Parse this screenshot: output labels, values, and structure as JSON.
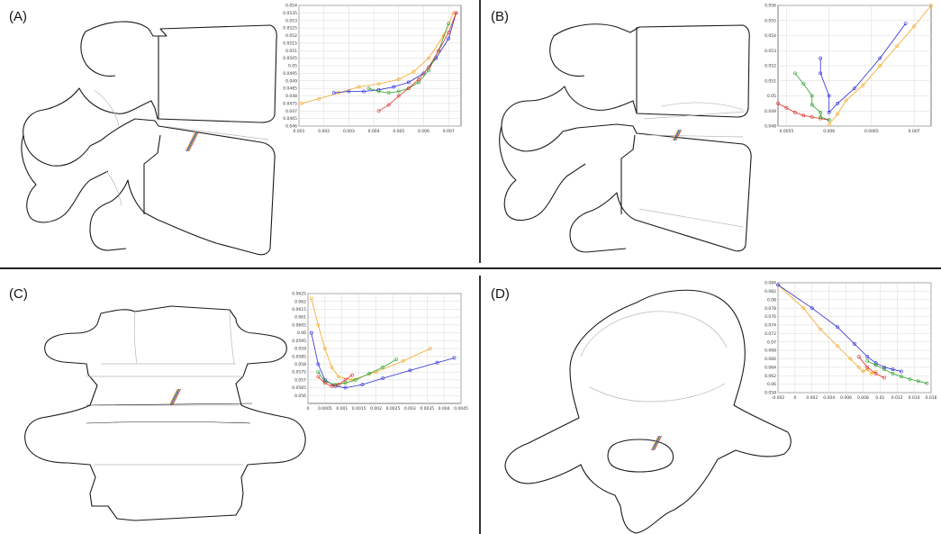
{
  "figure": {
    "panels": [
      {
        "id": "A",
        "label": "(A)",
        "view": "sagittal",
        "chart_data": {
          "type": "line",
          "xlim": [
            0.001,
            0.0075
          ],
          "ylim": [
            0.046,
            0.054
          ],
          "x_ticks": [
            "0.001",
            "0.002",
            "0.003",
            "0.004",
            "0.005",
            "0.006",
            "0.007"
          ],
          "y_ticks": [
            "0.054",
            "0.0535",
            "0.053",
            "0.0525",
            "0.052",
            "0.0515",
            "0.051",
            "0.0505",
            "0.05",
            "0.0495",
            "0.049",
            "0.0485",
            "0.048",
            "0.0475",
            "0.047",
            "0.0465",
            "0.046"
          ],
          "grid": true,
          "series": [
            {
              "color": "#f5a623",
              "x": [
                0.0011,
                0.0018,
                0.0026,
                0.0034,
                0.0042,
                0.005,
                0.0056,
                0.0062,
                0.0068,
                0.0072
              ],
              "y": [
                0.0475,
                0.0478,
                0.0482,
                0.0486,
                0.0488,
                0.0491,
                0.0496,
                0.0505,
                0.052,
                0.0535
              ]
            },
            {
              "color": "#2b2bd6",
              "x": [
                0.0024,
                0.003,
                0.0036,
                0.0042,
                0.0048,
                0.0054,
                0.006,
                0.0065,
                0.007,
                0.0073
              ],
              "y": [
                0.0482,
                0.0483,
                0.0483,
                0.0484,
                0.0486,
                0.0489,
                0.0495,
                0.0505,
                0.0518,
                0.0535
              ]
            },
            {
              "color": "#2ca02c",
              "x": [
                0.0038,
                0.0042,
                0.0046,
                0.005,
                0.0054,
                0.0058,
                0.0062,
                0.0066,
                0.007
              ],
              "y": [
                0.0485,
                0.0483,
                0.0482,
                0.0483,
                0.0485,
                0.0489,
                0.0497,
                0.051,
                0.0528
              ]
            },
            {
              "color": "#e0302a",
              "x": [
                0.0042,
                0.0046,
                0.005,
                0.0054,
                0.0058,
                0.0062,
                0.0066,
                0.007,
                0.0073
              ],
              "y": [
                0.047,
                0.0474,
                0.048,
                0.0485,
                0.0491,
                0.0499,
                0.051,
                0.0522,
                0.0535
              ]
            }
          ]
        }
      },
      {
        "id": "B",
        "label": "(B)",
        "view": "sagittal",
        "chart_data": {
          "type": "line",
          "xlim": [
            0.0054,
            0.0072
          ],
          "ylim": [
            0.048,
            0.056
          ],
          "x_ticks": [
            "0.0055",
            "0.006",
            "0.0065",
            "0.007"
          ],
          "y_ticks": [
            "0.056",
            "0.055",
            "0.054",
            "0.053",
            "0.052",
            "0.051",
            "0.05",
            "0.049",
            "0.048"
          ],
          "grid": true,
          "series": [
            {
              "color": "#e0302a",
              "x": [
                0.0054,
                0.0055,
                0.0056,
                0.0057,
                0.0058,
                0.0059,
                0.006
              ],
              "y": [
                0.0495,
                0.0492,
                0.0489,
                0.0487,
                0.0486,
                0.0485,
                0.0484
              ]
            },
            {
              "color": "#2ca02c",
              "x": [
                0.0056,
                0.0057,
                0.0058,
                0.0058,
                0.0059,
                0.0059,
                0.006
              ],
              "y": [
                0.0515,
                0.0508,
                0.05,
                0.0494,
                0.0489,
                0.0486,
                0.0484
              ]
            },
            {
              "color": "#2b2bd6",
              "x": [
                0.0059,
                0.0059,
                0.006,
                0.006,
                0.0061,
                0.0063,
                0.0066,
                0.0069
              ],
              "y": [
                0.0525,
                0.0515,
                0.05,
                0.0489,
                0.0495,
                0.0505,
                0.0525,
                0.0548
              ]
            },
            {
              "color": "#f5a623",
              "x": [
                0.006,
                0.0061,
                0.0062,
                0.0064,
                0.0066,
                0.0068,
                0.007,
                0.0072
              ],
              "y": [
                0.0481,
                0.0488,
                0.0497,
                0.0507,
                0.052,
                0.0533,
                0.0546,
                0.056
              ]
            }
          ]
        }
      },
      {
        "id": "C",
        "label": "(C)",
        "view": "axial-posterior",
        "chart_data": {
          "type": "line",
          "xlim": [
            0.0,
            0.0045
          ],
          "ylim": [
            0.0555,
            0.0625
          ],
          "x_ticks": [
            "0",
            "0.0005",
            "0.001",
            "0.0015",
            "0.002",
            "0.0025",
            "0.003",
            "0.0035",
            "0.004",
            "0.0045"
          ],
          "y_ticks": [
            "0.0625",
            "0.062",
            "0.0615",
            "0.061",
            "0.0605",
            "0.06",
            "0.0595",
            "0.059",
            "0.0585",
            "0.058",
            "0.0575",
            "0.057",
            "0.0565",
            "0.056"
          ],
          "grid": true,
          "series": [
            {
              "color": "#f5a623",
              "x": [
                0.0001,
                0.0003,
                0.0005,
                0.0007,
                0.0009,
                0.0013,
                0.002,
                0.0028,
                0.0036
              ],
              "y": [
                0.0622,
                0.0605,
                0.059,
                0.0578,
                0.0572,
                0.057,
                0.0575,
                0.0582,
                0.059
              ]
            },
            {
              "color": "#2b2bd6",
              "x": [
                0.0001,
                0.0003,
                0.0005,
                0.0008,
                0.0011,
                0.0016,
                0.0022,
                0.003,
                0.0038,
                0.0043
              ],
              "y": [
                0.06,
                0.058,
                0.057,
                0.0566,
                0.0565,
                0.0567,
                0.0571,
                0.0576,
                0.0581,
                0.0584
              ]
            },
            {
              "color": "#2ca02c",
              "x": [
                0.0003,
                0.0005,
                0.0008,
                0.0011,
                0.0014,
                0.0018,
                0.0022,
                0.0026
              ],
              "y": [
                0.0575,
                0.0569,
                0.0567,
                0.0568,
                0.057,
                0.0574,
                0.0578,
                0.0583
              ]
            },
            {
              "color": "#e0302a",
              "x": [
                0.0003,
                0.0005,
                0.0007,
                0.0009,
                0.0011,
                0.0013
              ],
              "y": [
                0.0572,
                0.0568,
                0.0566,
                0.0567,
                0.057,
                0.0573
              ]
            }
          ]
        }
      },
      {
        "id": "D",
        "label": "(D)",
        "view": "axial-superior",
        "chart_data": {
          "type": "line",
          "xlim": [
            -0.002,
            0.016
          ],
          "ylim": [
            0.058,
            0.084
          ],
          "x_ticks": [
            "-0.002",
            "0",
            "0.002",
            "0.004",
            "0.006",
            "0.008",
            "0.01",
            "0.012",
            "0.014",
            "0.016"
          ],
          "y_ticks": [
            "0.084",
            "0.082",
            "0.08",
            "0.078",
            "0.076",
            "0.074",
            "0.072",
            "0.07",
            "0.068",
            "0.066",
            "0.064",
            "0.062",
            "0.06",
            "0.058"
          ],
          "grid": true,
          "series": [
            {
              "color": "#f5a623",
              "x": [
                -0.002,
                0.001,
                0.003,
                0.005,
                0.0065,
                0.0075,
                0.008,
                0.0085,
                0.009,
                0.0095
              ],
              "y": [
                0.0835,
                0.078,
                0.073,
                0.069,
                0.066,
                0.064,
                0.063,
                0.0635,
                0.0625,
                0.063
              ]
            },
            {
              "color": "#2b2bd6",
              "x": [
                -0.002,
                0.002,
                0.005,
                0.007,
                0.0085,
                0.0095,
                0.0105,
                0.0115,
                0.0125
              ],
              "y": [
                0.0835,
                0.078,
                0.0735,
                0.0695,
                0.0665,
                0.065,
                0.064,
                0.0635,
                0.063
              ]
            },
            {
              "color": "#2ca02c",
              "x": [
                0.0085,
                0.0095,
                0.0105,
                0.0115,
                0.0125,
                0.0135,
                0.0145,
                0.0155
              ],
              "y": [
                0.0655,
                0.0645,
                0.0635,
                0.0625,
                0.0618,
                0.0612,
                0.0607,
                0.0602
              ]
            },
            {
              "color": "#e0302a",
              "x": [
                0.0075,
                0.0085,
                0.0095,
                0.0105
              ],
              "y": [
                0.0665,
                0.064,
                0.0625,
                0.0615
              ]
            }
          ]
        }
      }
    ]
  }
}
